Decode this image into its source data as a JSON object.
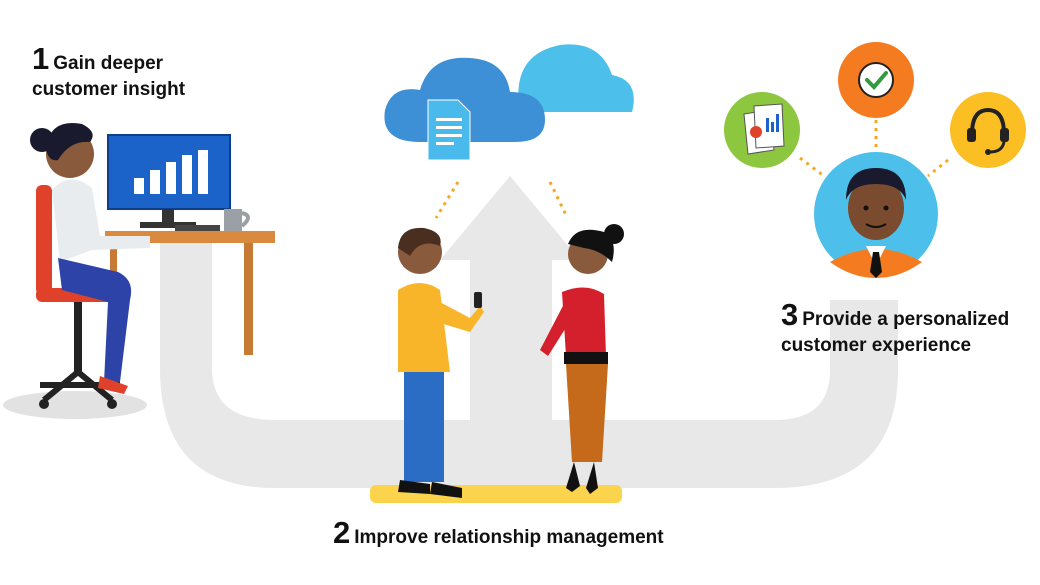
{
  "steps": [
    {
      "number": "1",
      "line1": "Gain deeper",
      "line2": "customer insight"
    },
    {
      "number": "2",
      "line1": "Improve relationship management"
    },
    {
      "number": "3",
      "line1": "Provide a personalized",
      "line2": "customer experience"
    }
  ],
  "icons": [
    "person-at-desk",
    "monitor-bar-chart",
    "coffee-mug",
    "cloud-document",
    "two-people-talking",
    "upward-arrow",
    "customer-avatar",
    "reports-icon",
    "checkmark-icon",
    "headset-icon"
  ],
  "colors": {
    "arrow": "#e6e6e6",
    "cloud_light": "#4cc0ea",
    "cloud_dark": "#3d8fd6",
    "monitor": "#1b63c8",
    "chair": "#e0412b",
    "desk": "#d98a3f",
    "green_circle": "#8dc63f",
    "orange_circle": "#f47b20",
    "yellow_circle": "#fbbf24",
    "ground": "#fcd34d"
  }
}
